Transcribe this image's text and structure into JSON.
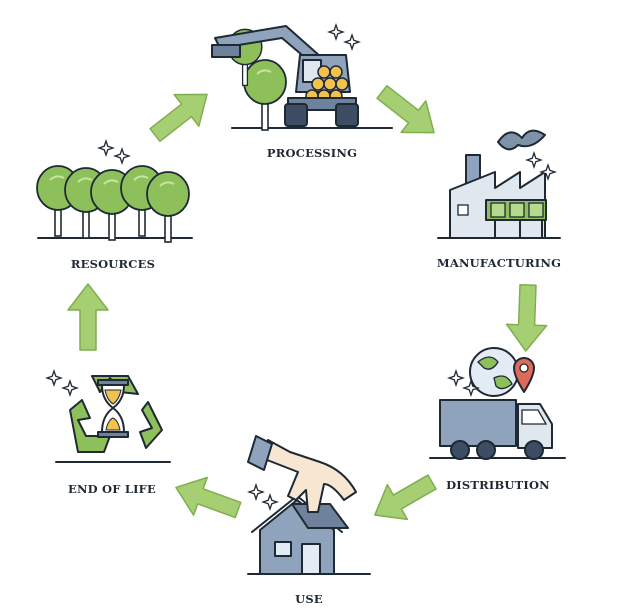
{
  "stages": [
    {
      "id": "processing",
      "label": "PROCESSING"
    },
    {
      "id": "manufacturing",
      "label": "MANUFACTURING"
    },
    {
      "id": "distribution",
      "label": "DISTRIBUTION"
    },
    {
      "id": "use",
      "label": "USE"
    },
    {
      "id": "end_of_life",
      "label": "END OF LIFE"
    },
    {
      "id": "resources",
      "label": "RESOURCES"
    }
  ],
  "colors": {
    "arrow_fill": "#a6cf74",
    "arrow_stroke": "#7fae4d",
    "leaf_green": "#8dc05a",
    "slate": "#7c8fa8",
    "outline": "#1f2933"
  },
  "icons": [
    "logging-machine-icon",
    "factory-icon",
    "delivery-truck-icon",
    "house-hand-icon",
    "recycle-hourglass-icon",
    "forest-icon"
  ]
}
